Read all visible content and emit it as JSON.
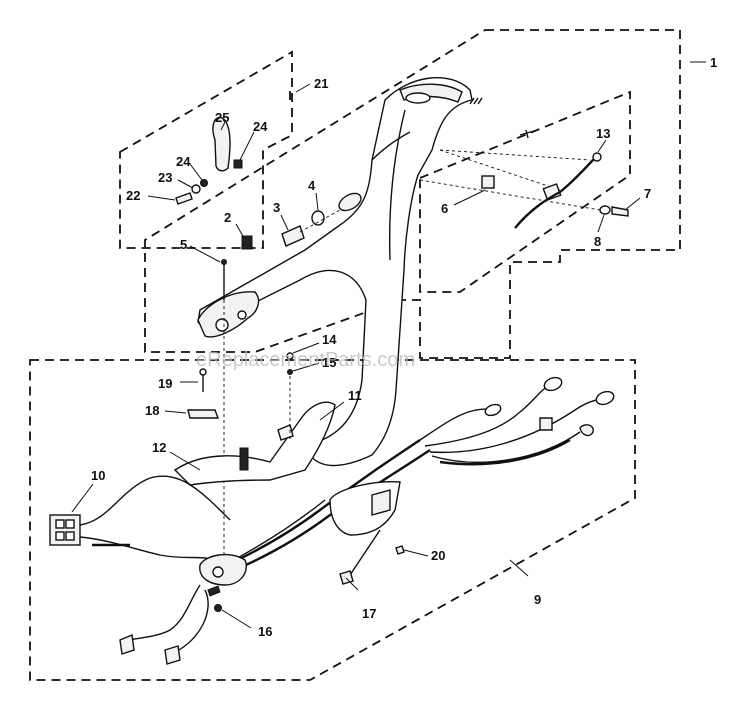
{
  "callouts": [
    {
      "id": "c1",
      "label": "1"
    },
    {
      "id": "c2",
      "label": "2"
    },
    {
      "id": "c3",
      "label": "3"
    },
    {
      "id": "c4",
      "label": "4"
    },
    {
      "id": "c5",
      "label": "5"
    },
    {
      "id": "c6",
      "label": "6"
    },
    {
      "id": "c7",
      "label": "7"
    },
    {
      "id": "c8",
      "label": "8"
    },
    {
      "id": "c9",
      "label": "9"
    },
    {
      "id": "c10",
      "label": "10"
    },
    {
      "id": "c11",
      "label": "11"
    },
    {
      "id": "c12",
      "label": "12"
    },
    {
      "id": "c13",
      "label": "13"
    },
    {
      "id": "c14",
      "label": "14"
    },
    {
      "id": "c15",
      "label": "15"
    },
    {
      "id": "c16",
      "label": "16"
    },
    {
      "id": "c17",
      "label": "17"
    },
    {
      "id": "c18",
      "label": "18"
    },
    {
      "id": "c19",
      "label": "19"
    },
    {
      "id": "c20",
      "label": "20"
    },
    {
      "id": "c21",
      "label": "21"
    },
    {
      "id": "c22",
      "label": "22"
    },
    {
      "id": "c23",
      "label": "23"
    },
    {
      "id": "c24a",
      "label": "24"
    },
    {
      "id": "c24b",
      "label": "24"
    },
    {
      "id": "c25",
      "label": "25"
    }
  ],
  "watermark": "eReplacementParts.com"
}
